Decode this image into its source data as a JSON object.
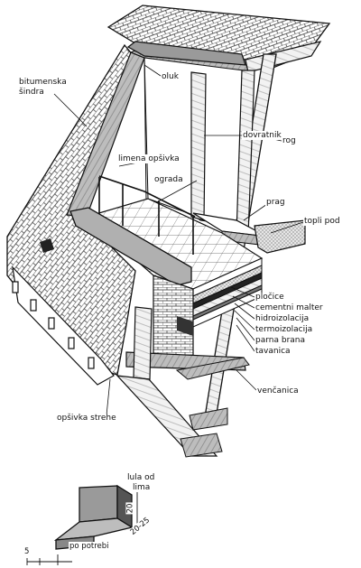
{
  "labels": {
    "bitumenska_sindra_1": "bitumenska",
    "bitumenska_sindra_2": "šindra",
    "oluk": "oluk",
    "dovratnik": "dovratnik",
    "limena_opsivka": "limena opšivka",
    "rog": "rog",
    "ograda": "ograda",
    "prag": "prag",
    "topli_pod": "topli pod",
    "plocice": "pločice",
    "cementni_malter": "cementni malter",
    "hidroizolacija": "hidroizolacija",
    "termoizolacija": "termoizolacija",
    "parna_brana": "parna brana",
    "tavanica": "tavanica",
    "vencanica": "venčanica",
    "opsivka_strehe": "opšivka strehe"
  },
  "detail": {
    "lula_1": "lula od",
    "lula_2": "lima",
    "dim_20": "20",
    "dim_20_25": "20-25",
    "dim_5": "5",
    "po_potrebi": "po potrebi"
  },
  "colors": {
    "ink": "#111111",
    "hatch": "#555555",
    "wood": "#c8c8c8",
    "paper": "#ffffff"
  }
}
